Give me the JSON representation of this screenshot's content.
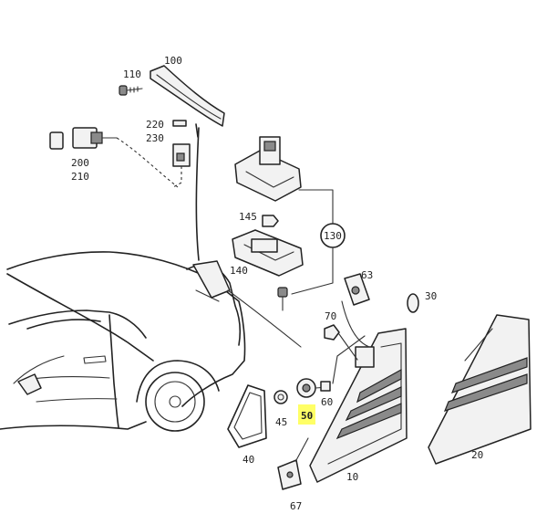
{
  "labels": {
    "p100": "100",
    "p110": "110",
    "p220": "220",
    "p230": "230",
    "p200": "200",
    "p210": "210",
    "p145": "145",
    "p130": "130",
    "p140": "140",
    "p63": "63",
    "p30": "30",
    "p70": "70",
    "p60": "60",
    "p45": "45",
    "p50": "50",
    "p40": "40",
    "p10": "10",
    "p20": "20",
    "p67": "67"
  },
  "highlight": {
    "part": "50",
    "color": "#ffff66"
  }
}
